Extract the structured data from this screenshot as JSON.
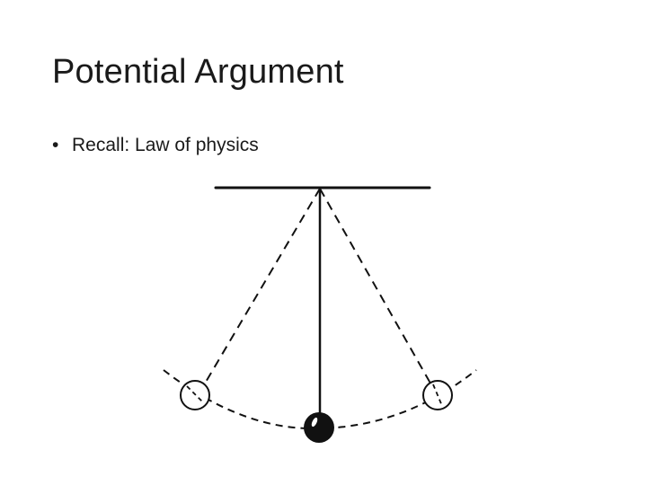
{
  "slide": {
    "title": "Potential Argument",
    "bullets": [
      {
        "glyph": "•",
        "text": "Recall: Law of physics"
      }
    ]
  },
  "figure": {
    "subject": "pendulum-diagram",
    "stroke_color": "#111111",
    "bob_fill_color": "#111111"
  }
}
